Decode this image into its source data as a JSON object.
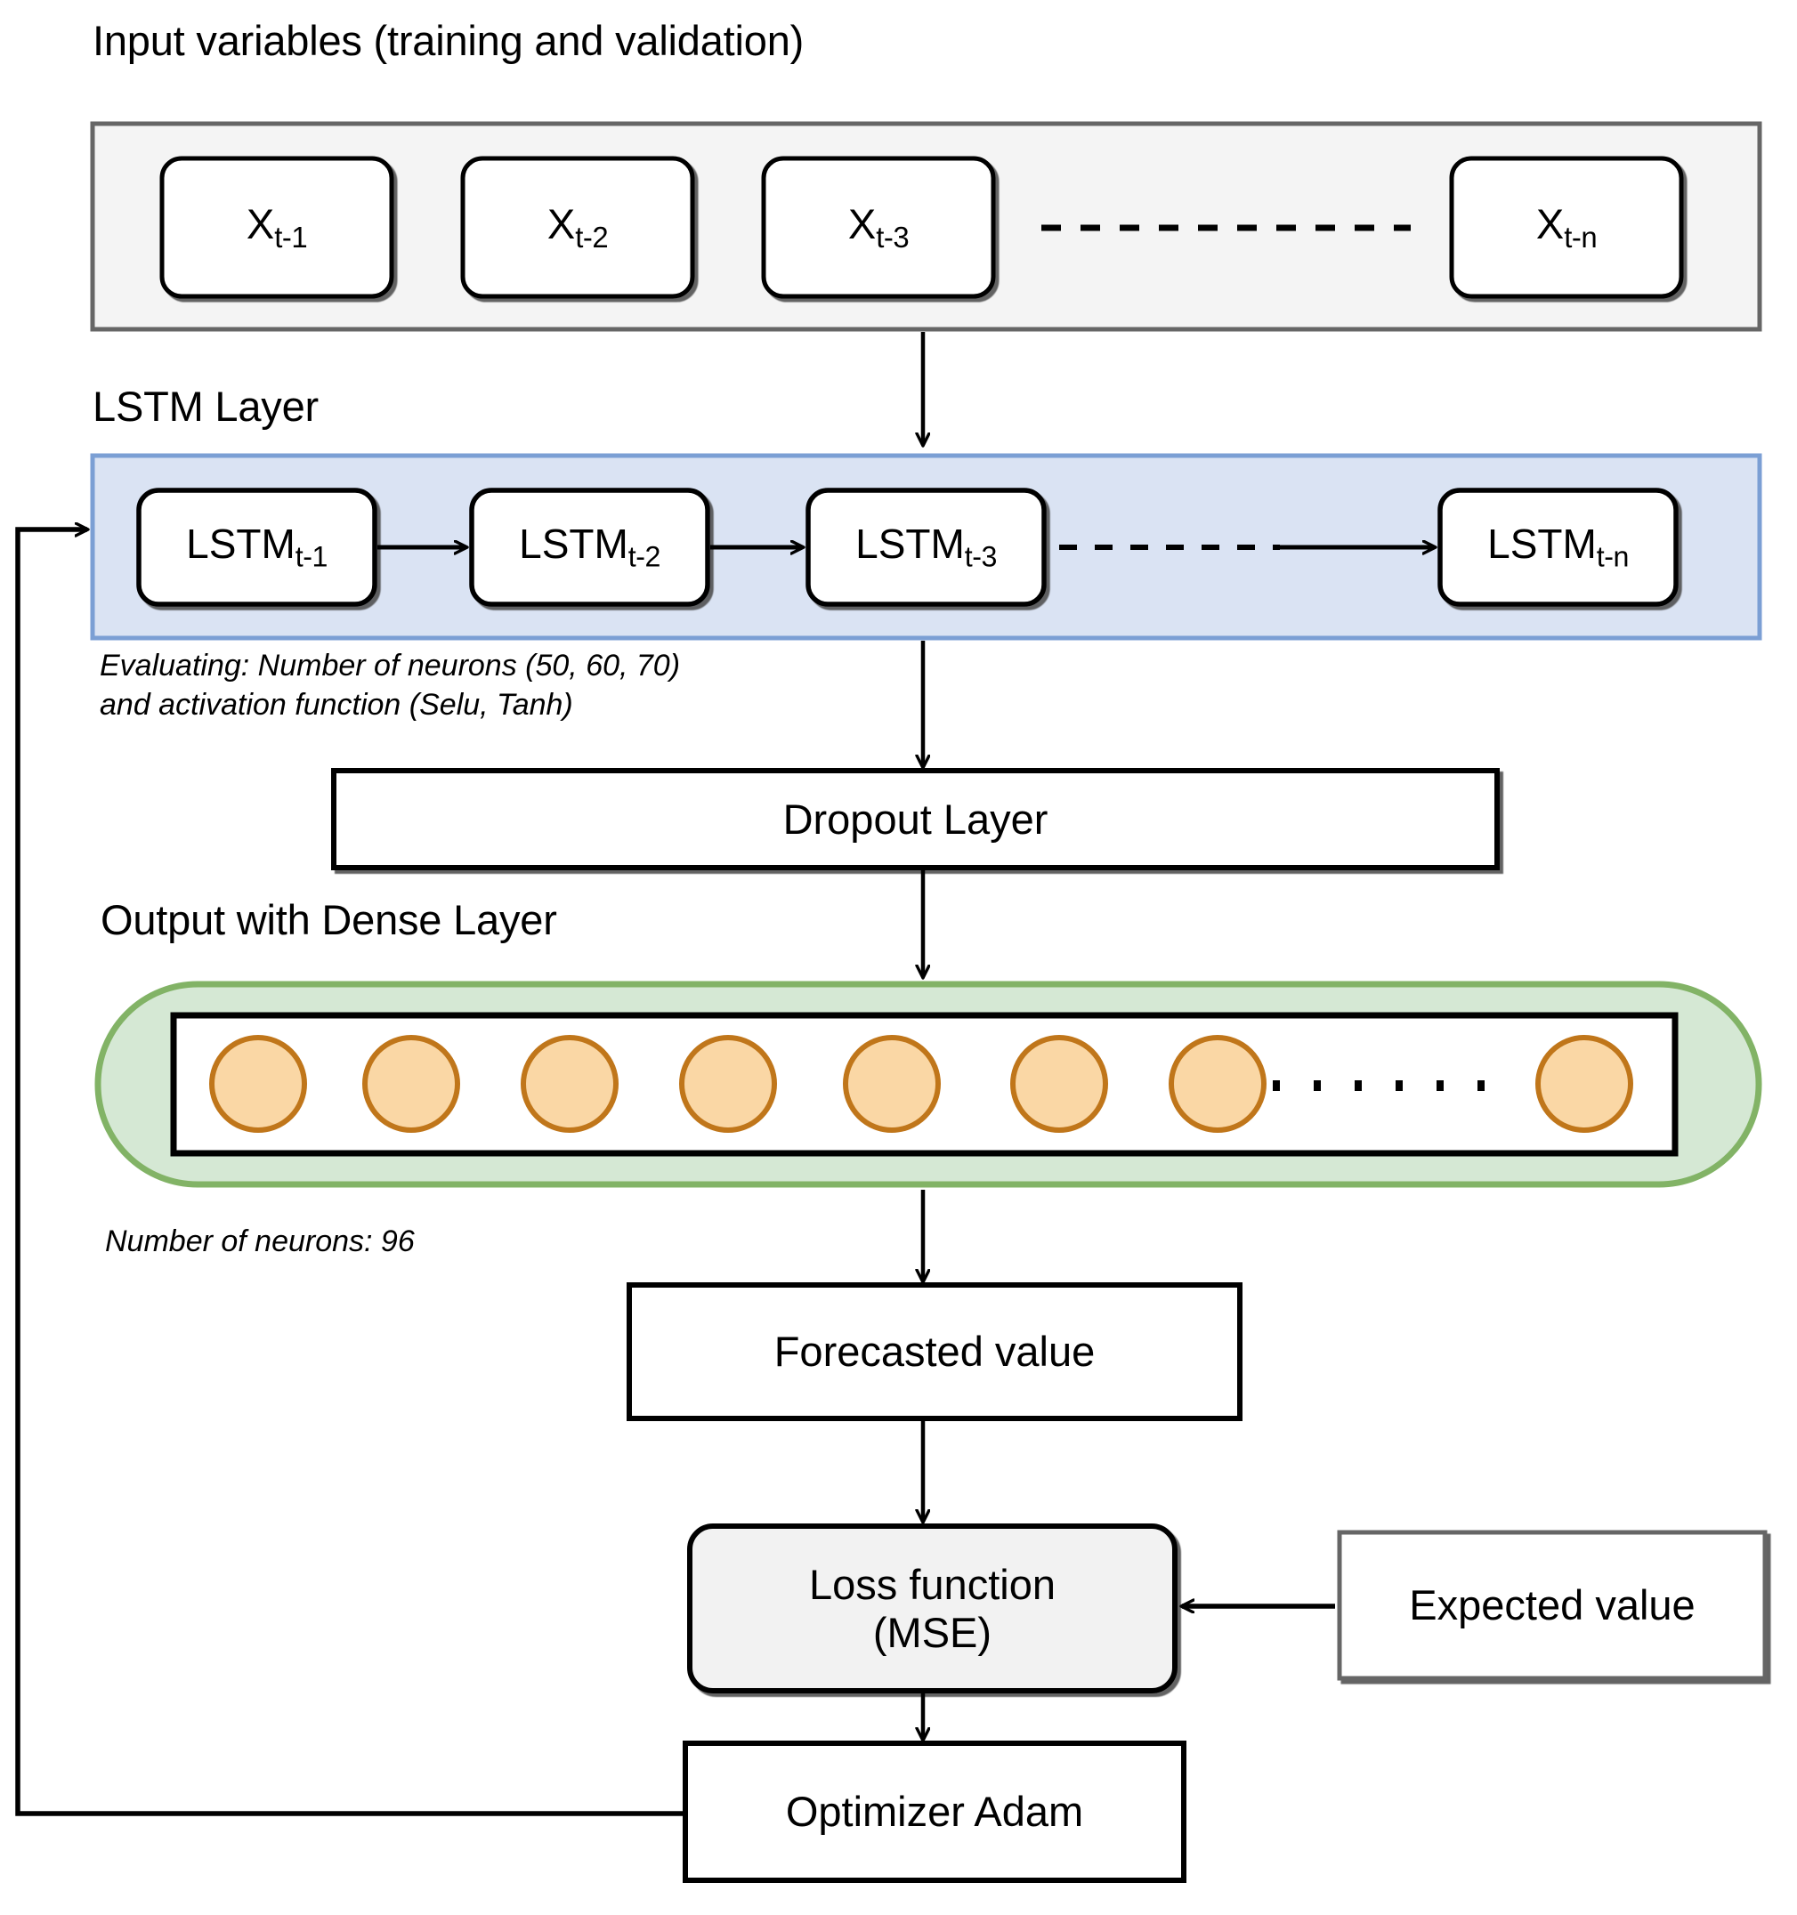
{
  "titles": {
    "input_section": "Input variables (training and validation)",
    "lstm_section": "LSTM Layer",
    "dense_section": "Output with Dense Layer"
  },
  "input_layer": {
    "nodes": [
      {
        "base": "X",
        "sub": "t-1"
      },
      {
        "base": "X",
        "sub": "t-2"
      },
      {
        "base": "X",
        "sub": "t-3"
      },
      {
        "base": "X",
        "sub": "t-n"
      }
    ],
    "ellipsis": "dashed-line"
  },
  "lstm_layer": {
    "nodes": [
      {
        "base": "LSTM",
        "sub": "t-1"
      },
      {
        "base": "LSTM",
        "sub": "t-2"
      },
      {
        "base": "LSTM",
        "sub": "t-3"
      },
      {
        "base": "LSTM",
        "sub": "t-n"
      }
    ],
    "note_line1": "Evaluating: Number of neurons (50, 60, 70)",
    "note_line2": "and activation function (Selu, Tanh)"
  },
  "dropout": {
    "label": "Dropout Layer"
  },
  "dense_layer": {
    "neuron_count_visible": 8,
    "note": "Number of neurons: 96"
  },
  "forecast": {
    "label": "Forecasted value"
  },
  "loss": {
    "line1": "Loss function",
    "line2": "(MSE)"
  },
  "expected": {
    "label": "Expected value"
  },
  "optimizer": {
    "label": "Optimizer Adam"
  },
  "colors": {
    "input_fill": "#f4f4f4",
    "input_stroke": "#666666",
    "lstm_fill": "#dae3f3",
    "lstm_stroke": "#7b9fd4",
    "dense_fill": "#d5e8d4",
    "dense_stroke": "#82b366",
    "neuron_fill": "#fad7a5",
    "neuron_stroke": "#c0761a",
    "loss_fill": "#f2f2f2",
    "box_stroke": "#000000",
    "arrow": "#000000"
  }
}
